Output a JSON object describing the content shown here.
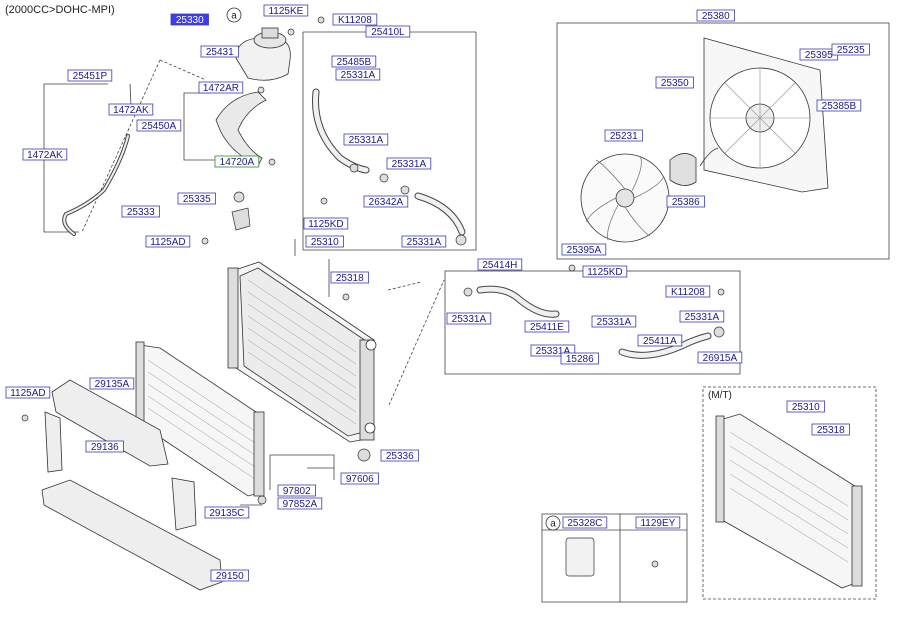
{
  "title": "(2000CC>DOHC-MPI)",
  "colors": {
    "label_border": "#3a3ab8",
    "label_fill": "#ffffff",
    "label_text": "#1a1a8a",
    "highlight_fill": "#3d3df0",
    "highlight_text": "#ffffff",
    "green_border": "#2a8a2a",
    "line": "#333333"
  },
  "labels": {
    "p25330": "25330",
    "a_marker": "a",
    "p1125KE": "1125KE",
    "pK11208": "K11208",
    "p25410L": "25410L",
    "p25380": "25380",
    "p25431": "25431",
    "p25485B": "25485B",
    "p25331A_top": "25331A",
    "p25451P": "25451P",
    "p1472AR": "1472AR",
    "p1472AK_a": "1472AK",
    "p25450A": "25450A",
    "p1472AK_b": "1472AK",
    "p14720A": "14720A",
    "p25331A_mid": "25331A",
    "p25331A_mid2": "25331A",
    "p26342A": "26342A",
    "p25331A_low": "25331A",
    "p25335": "25335",
    "p25333": "25333",
    "p1125AD_a": "1125AD",
    "p1125KD_a": "1125KD",
    "p25310_a": "25310",
    "p25318_a": "25318",
    "p25395": "25395",
    "p25235": "25235",
    "p25350": "25350",
    "p25385B": "25385B",
    "p25231": "25231",
    "p25386": "25386",
    "p25395A": "25395A",
    "p25414H": "25414H",
    "p1125KD_b": "1125KD",
    "pK11208_b": "K11208",
    "p25331A_r1": "25331A",
    "p25411E": "25411E",
    "p25331A_r2": "25331A",
    "p25331A_r3": "25331A",
    "p25411A": "25411A",
    "p25331A_r4": "25331A",
    "p15286": "15286",
    "p26915A": "26915A",
    "p1125AD_b": "1125AD",
    "p29135A": "29135A",
    "p29136": "29136",
    "p25336": "25336",
    "p97606": "97606",
    "p97802": "97802",
    "p97852A": "97852A",
    "p29135C": "29135C",
    "p29150": "29150",
    "mt": "(M/T)",
    "p25310_b": "25310",
    "p25318_b": "25318",
    "a_marker2": "a",
    "p25328C": "25328C",
    "p1129EY": "1129EY"
  }
}
